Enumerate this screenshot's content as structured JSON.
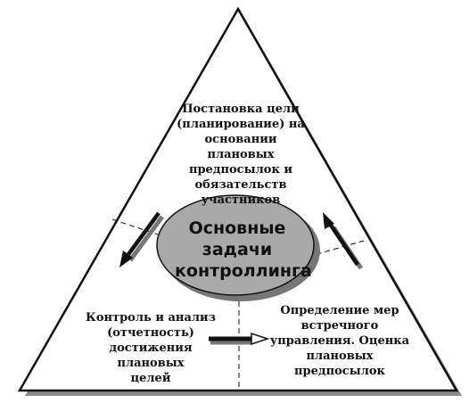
{
  "center": {
    "line1": "Основные",
    "line2": "задачи",
    "line3": "контроллинга"
  },
  "top_block": {
    "lines": [
      "Постановка цели",
      "(планирование) на",
      "основании плановых",
      "предпосылок и",
      "обязательств",
      "участников"
    ]
  },
  "left_block": {
    "lines": [
      "Контроль и анализ",
      "(отчетность)",
      "достижения плановых",
      "целей"
    ]
  },
  "right_block": {
    "lines": [
      "Определение мер",
      "встречного",
      "управления. Оценка",
      "плановых",
      "предпосылок"
    ]
  },
  "colors": {
    "ellipse_fill": "#a9a9a9",
    "stroke": "#111111",
    "background": "#ffffff"
  }
}
